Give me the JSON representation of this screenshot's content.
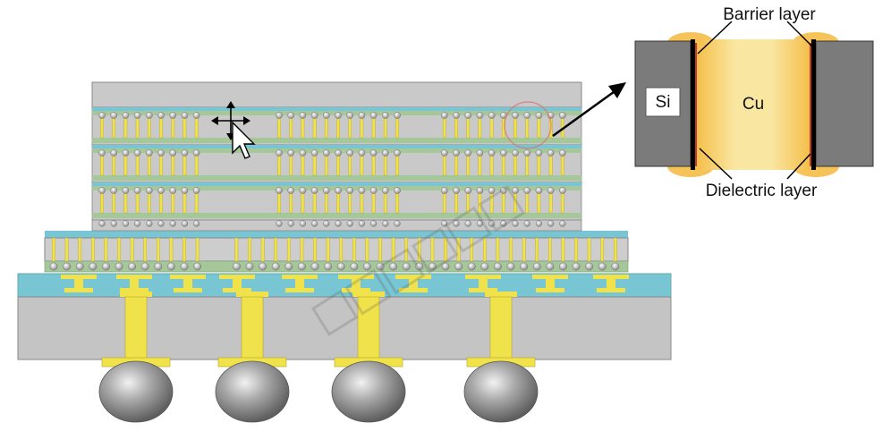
{
  "callout": {
    "barrier_label": "Barrier layer",
    "dielectric_label": "Dielectric layer",
    "si_label": "Si",
    "cu_label": "Cu"
  },
  "colors": {
    "silicon_die": "#c9c9c9",
    "substrate": "#c4c4c4",
    "copper_yellow": "#f0e24a",
    "green_layer": "#a6c79a",
    "cyan_layer": "#78c6d3",
    "solder_ball": "#9a9a9a",
    "si_block": "#7b7b7b",
    "cu_fill": "#f6d46a"
  },
  "icons": {
    "cursor": "move-cursor-icon",
    "arrow": "callout-arrow-icon"
  }
}
